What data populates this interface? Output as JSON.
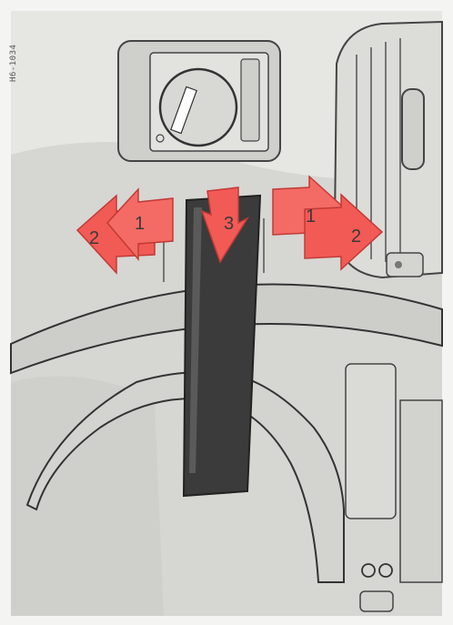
{
  "figure": {
    "doc_code": "H6-1034",
    "callouts": {
      "left_inner": "1",
      "left_outer": "2",
      "right_inner": "1",
      "right_outer": "2",
      "down": "3"
    },
    "colors": {
      "arrow_red": "#f25a55",
      "arrow_red_dark": "#d94540",
      "stalk": "#3b3b3b",
      "dash": "#d9d9d6",
      "line": "#444444"
    },
    "icons": [
      "light-switch-knob",
      "air-vent",
      "turn-signal-stalk",
      "steering-wheel"
    ]
  }
}
